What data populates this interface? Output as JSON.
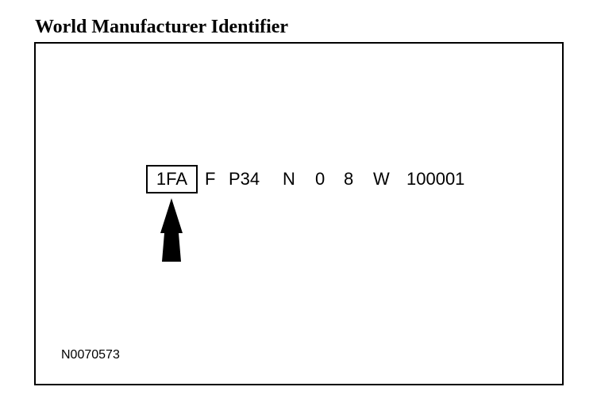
{
  "title": "World Manufacturer Identifier",
  "vin": {
    "wmi": "1FA",
    "segments": [
      "F",
      "P34",
      "N",
      "0",
      "8",
      "W",
      "100001"
    ]
  },
  "figure_code": "N0070573",
  "colors": {
    "ink": "#000000",
    "paper": "#ffffff"
  },
  "icons": {
    "pointer": "arrow-up-icon"
  }
}
